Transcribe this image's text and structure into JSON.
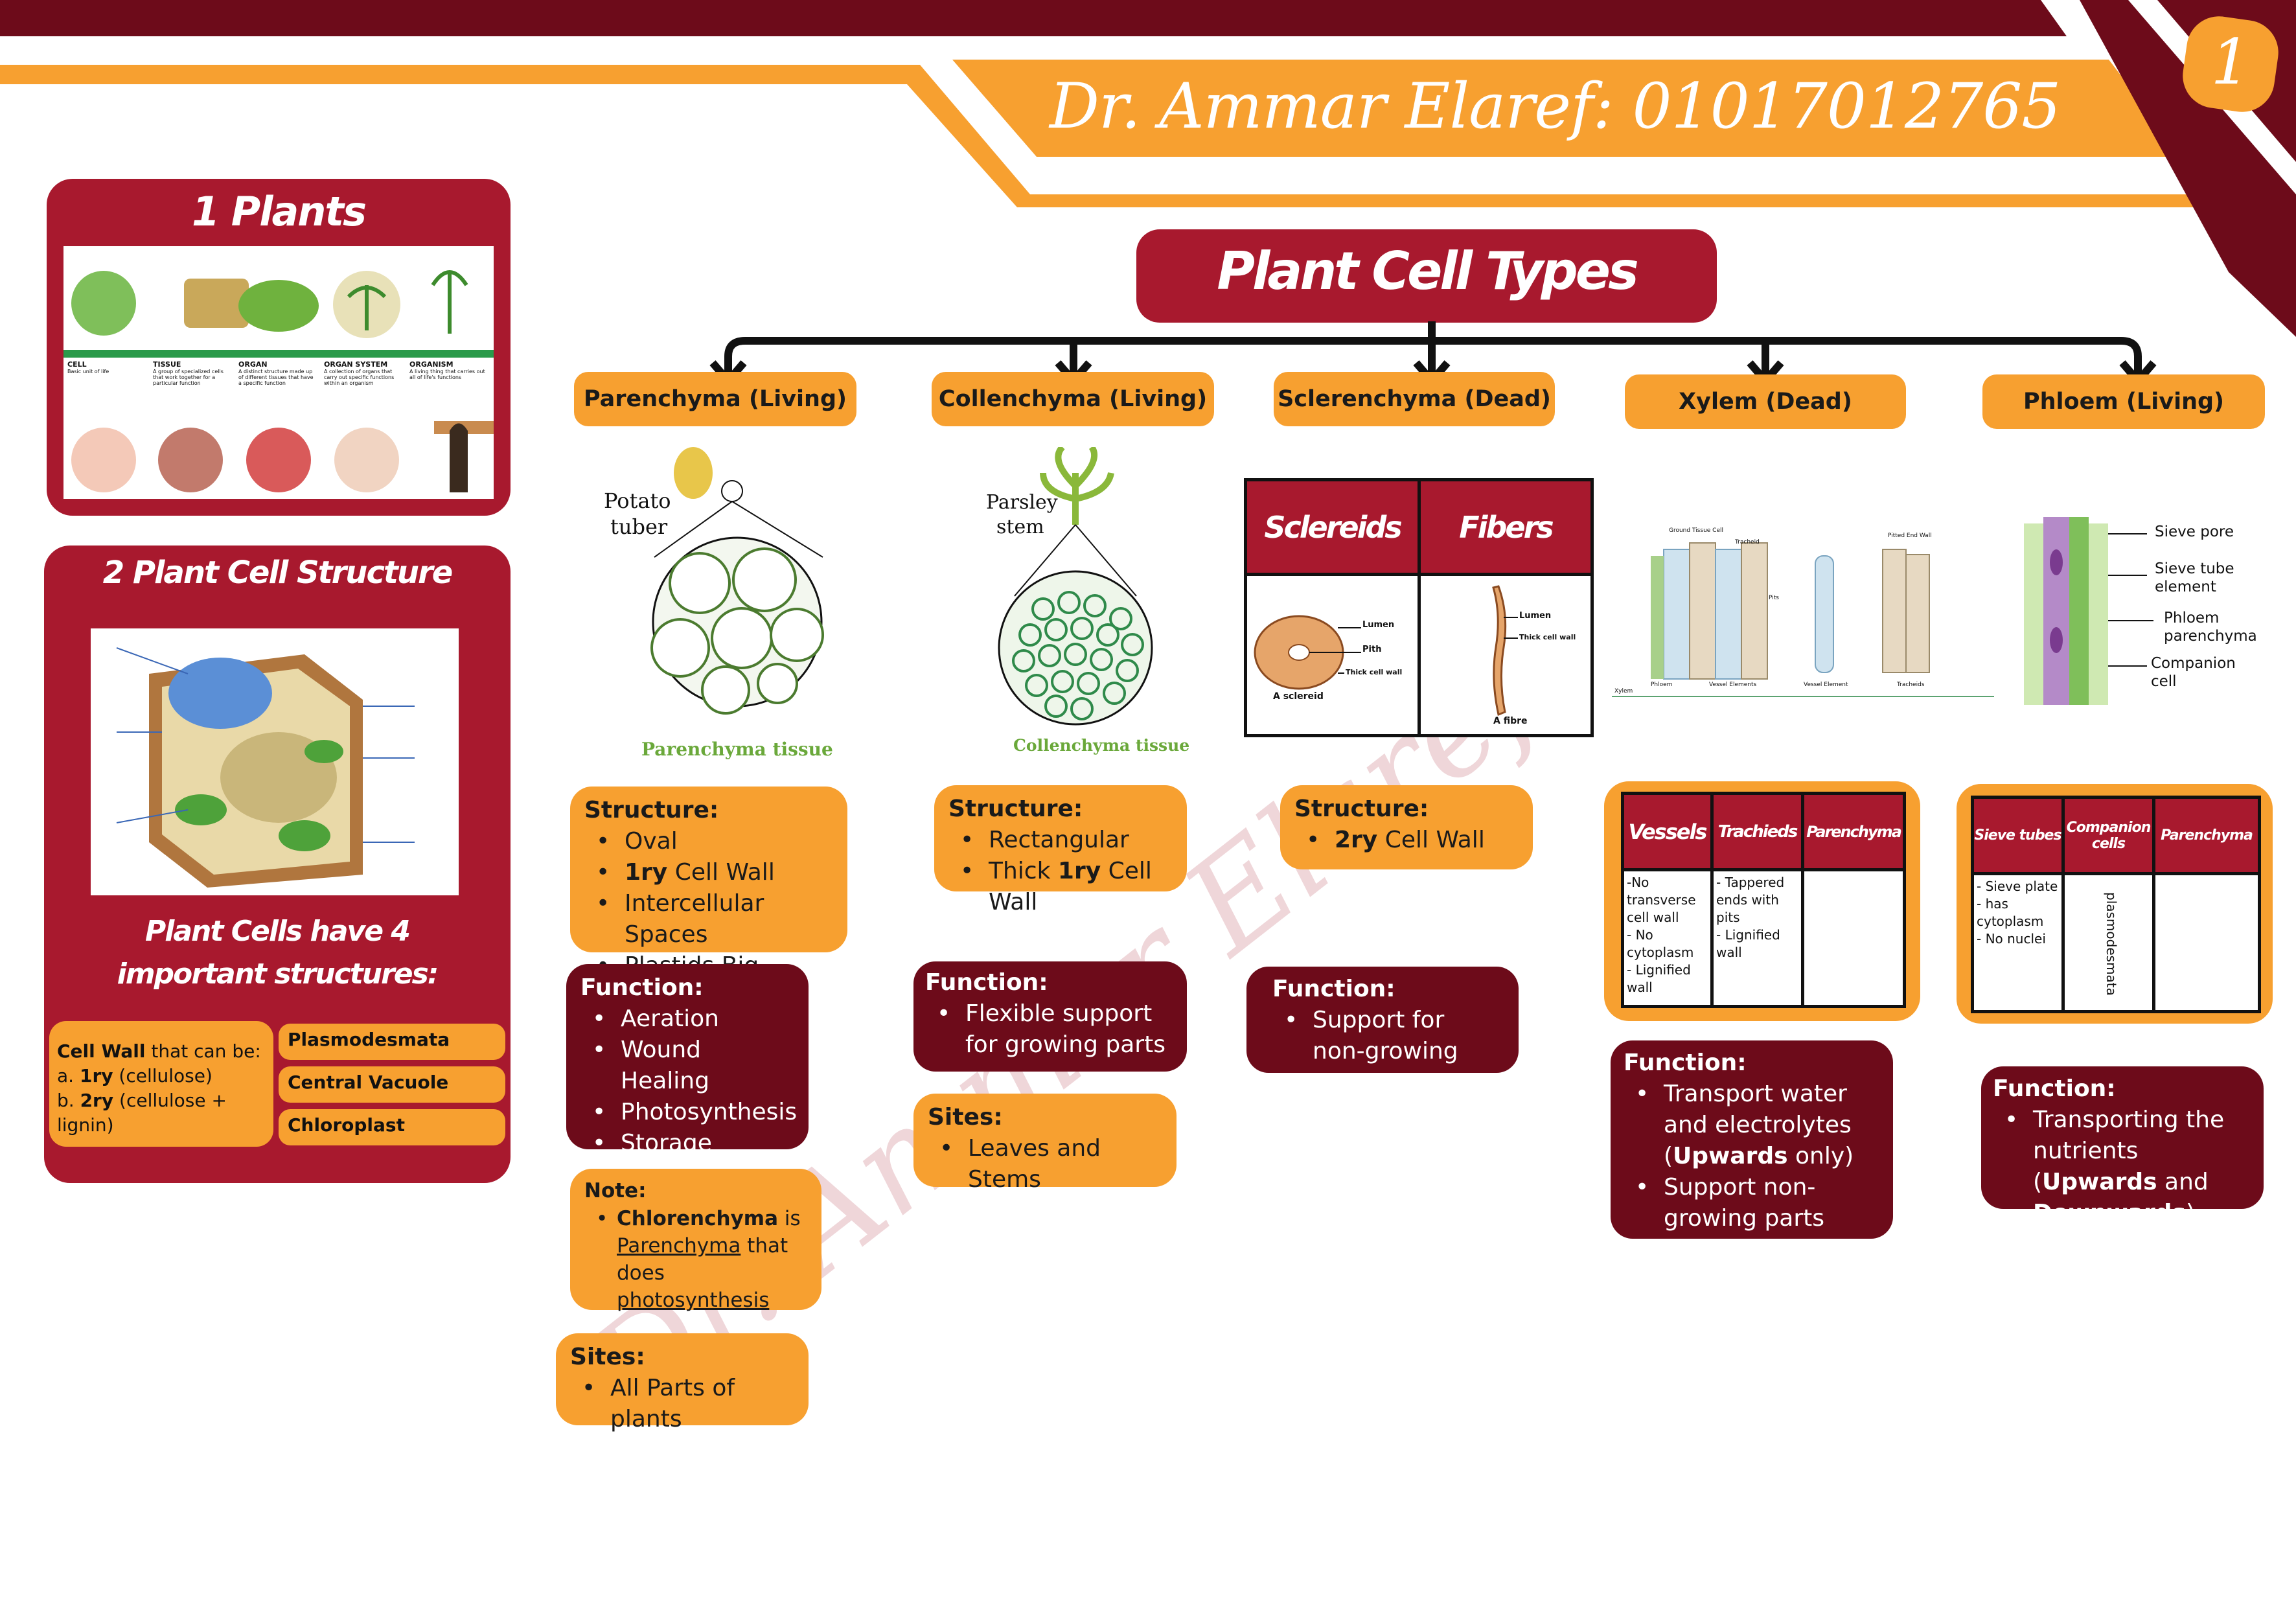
{
  "header": {
    "author": "Dr. Ammar Elaref: 01017012765",
    "page_number": "1",
    "watermark": "Dr. Ammar Elaref"
  },
  "sidebar": {
    "plants_title": "1 Plants",
    "levels": [
      {
        "name": "CELL",
        "desc": "Basic unit of life"
      },
      {
        "name": "TISSUE",
        "desc": "A group of specialized cells that work together for a particular function"
      },
      {
        "name": "ORGAN",
        "desc": "A distinct structure made up of different tissues that have a specific function"
      },
      {
        "name": "ORGAN SYSTEM",
        "desc": "A collection of organs that carry out specific functions within an organism"
      },
      {
        "name": "ORGANISM",
        "desc": "A living thing that carries out all of life's functions"
      }
    ],
    "structure_title": "2 Plant Cell Structure",
    "structures_heading_1": "Plant Cells have 4",
    "structures_heading_2": "important structures:",
    "cell_wall": {
      "label": "Cell Wall",
      "intro": " that can be:",
      "a_prefix": "a. ",
      "a_bold": "1ry",
      "a_rest": " (cellulose)",
      "b_prefix": "b. ",
      "b_bold": "2ry",
      "b_rest": " (cellulose + lignin)"
    },
    "structure_items": [
      "Plasmodesmata",
      "Central Vacuole",
      "Chloroplast"
    ]
  },
  "main": {
    "title": "Plant Cell Types",
    "types": [
      "Parenchyma (Living)",
      "Collenchyma (Living)",
      "Sclerenchyma (Dead)",
      "Xylem (Dead)",
      "Phloem (Living)"
    ],
    "parenchyma": {
      "img_label_1": "Potato",
      "img_label_2": "tuber",
      "img_caption": "Parenchyma tissue",
      "structure_title": "Structure:",
      "structure": [
        {
          "pre": "",
          "bold": "",
          "post": "Oval"
        },
        {
          "pre": "",
          "bold": "1ry",
          "post": " Cell Wall"
        },
        {
          "pre": "",
          "bold": "",
          "post": "Intercellular Spaces"
        },
        {
          "pre": "",
          "bold": "",
          "post": "Plastids Big Vacuole"
        }
      ],
      "function_title": "Function:",
      "functions": [
        "Aeration",
        "Wound Healing",
        "Photosynthesis",
        "Storage"
      ],
      "note_title": "Note:",
      "note": {
        "b": "Chlorenchyma",
        "t1": " is ",
        "u1": "Parenchyma",
        "t2": " that does ",
        "u2": "photosynthesis"
      },
      "sites_title": "Sites:",
      "sites": [
        "All Parts of plants"
      ]
    },
    "collenchyma": {
      "img_label_1": "Parsley",
      "img_label_2": "stem",
      "img_caption": "Collenchyma tissue",
      "structure_title": "Structure:",
      "structure": [
        {
          "pre": "",
          "bold": "",
          "post": "Rectangular"
        },
        {
          "pre": "Thick ",
          "bold": "1ry",
          "post": " Cell Wall"
        }
      ],
      "function_title": "Function:",
      "functions": [
        "Flexible support for growing parts"
      ],
      "sites_title": "Sites:",
      "sites": [
        "Leaves and Stems"
      ]
    },
    "sclerenchyma": {
      "table_headers": [
        "Sclereids",
        "Fibers"
      ],
      "sclereid_labels": [
        "Lumen",
        "Pith",
        "Thick cell wall",
        "A sclereid"
      ],
      "fibre_labels": [
        "Lumen",
        "Thick cell wall",
        "A fibre"
      ],
      "structure_title": "Structure:",
      "structure": [
        {
          "pre": "",
          "bold": "2ry",
          "post": " Cell Wall"
        }
      ],
      "function_title": "Function:",
      "functions": [
        "Support for non-growing parts"
      ]
    },
    "xylem": {
      "img_labels": [
        "Ground Tissue Cell",
        "Tracheid",
        "Pitted End Wall",
        "Pits",
        "Phloem",
        "Vessel Elements",
        "Vessel Element",
        "Tracheids",
        "Xylem"
      ],
      "table_headers": [
        "Vessels",
        "Trachieds",
        "Parenchyma"
      ],
      "vessels_text": "-No transverse cell wall\n- No cytoplasm\n- Lignified wall",
      "tracheids_text": "- Tappered ends with pits\n- Lignified wall",
      "parenchyma_text": "",
      "function_title": "Function:",
      "functions": [
        {
          "pre": "Transport water and electrolytes (",
          "bold": "Upwards",
          "post": " only)"
        },
        {
          "pre": "Support non-growing parts",
          "bold": "",
          "post": ""
        }
      ]
    },
    "phloem": {
      "img_labels": [
        "Sieve pore",
        "Sieve tube element",
        "Phloem parenchyma",
        "Companion cell"
      ],
      "table_headers": [
        "Sieve tubes",
        "Companion cells",
        "Parenchyma"
      ],
      "sieve_text": "- Sieve plate\n- has cytoplasm\n- No nuclei",
      "companion_text": "plasmodesmata",
      "parenchyma_text": "",
      "function_title": "Function:",
      "function": {
        "t1": "Transporting the nutrients (",
        "b1": "Upwards",
        "t2": " and ",
        "b2": "Downwards",
        "t3": ")"
      }
    }
  },
  "colors": {
    "maroon": "#6d0b1a",
    "red": "#a8192e",
    "orange": "#f7a030"
  }
}
